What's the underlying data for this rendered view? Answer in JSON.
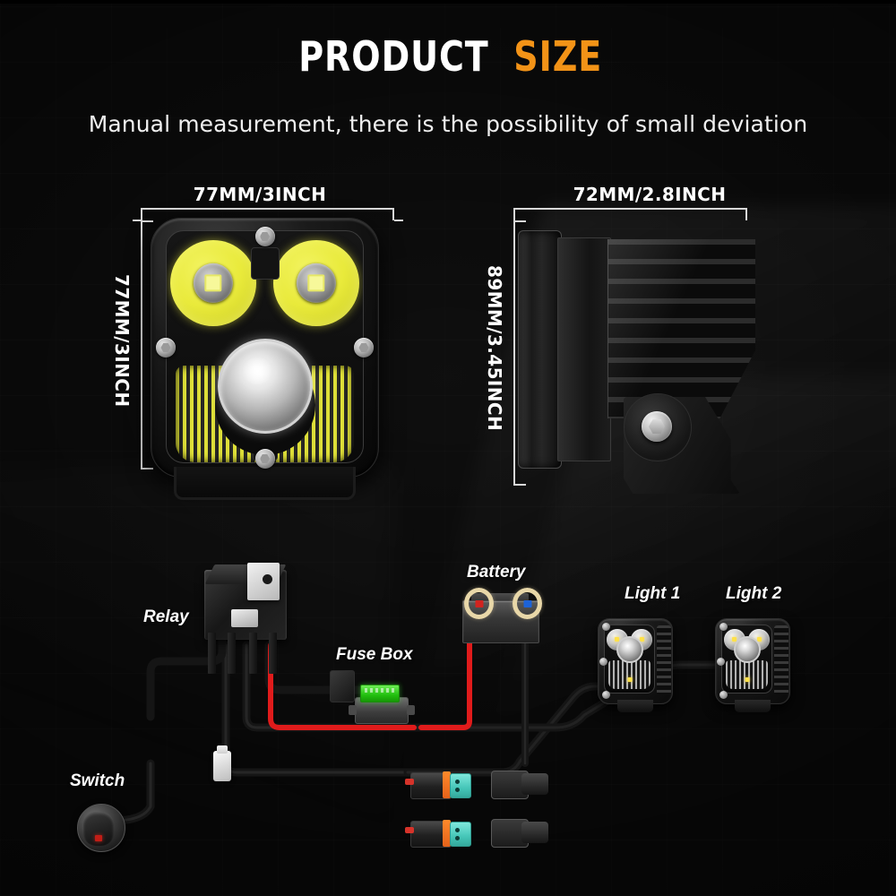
{
  "header": {
    "title_part1": "PRODUCT",
    "title_part2": "SIZE",
    "subtitle": "Manual measurement, there is the possibility of small deviation",
    "accent_color": "#f39317",
    "title_color": "#ffffff"
  },
  "dimensions": {
    "front_width": "77MM/3INCH",
    "front_height": "77MM/3INCH",
    "side_width": "72MM/2.8INCH",
    "side_height": "89MM/3.45INCH"
  },
  "wiring": {
    "relay": "Relay",
    "fuse_box": "Fuse Box",
    "battery": "Battery",
    "light1": "Light 1",
    "light2": "Light 2",
    "switch": "Switch"
  },
  "colors": {
    "background": "#060606",
    "wire_black": "#151515",
    "wire_red": "#e01b1b",
    "fuse_green": "#2ecc18",
    "connector_teal": "#45c6b8",
    "connector_orange": "#ff8a2b",
    "terminal_positive": "#d2231f",
    "terminal_negative": "#1d63d8",
    "lens_yellow": "#e9ea3b"
  }
}
